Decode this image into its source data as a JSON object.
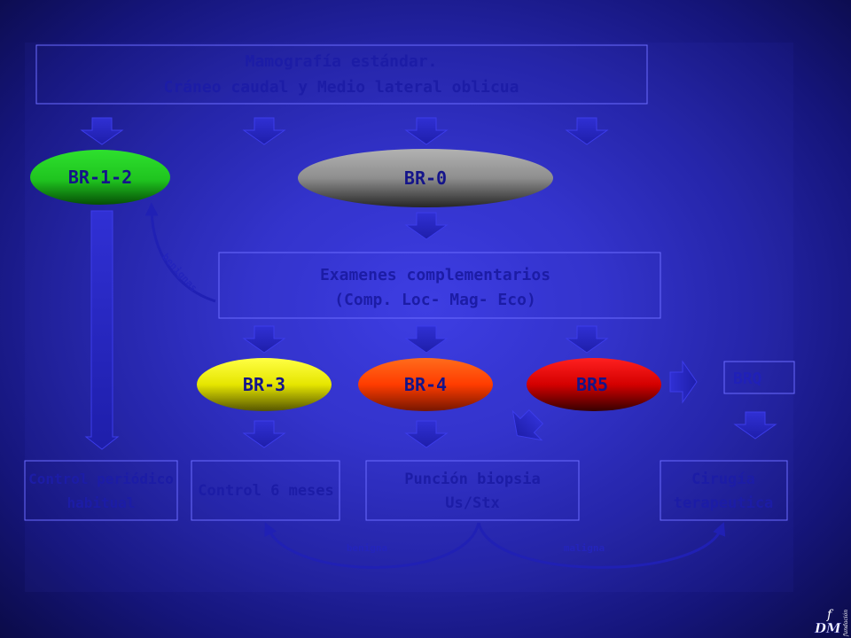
{
  "top_box": {
    "line1": "Mamografía estándar.",
    "line2": "Cráneo caudal y Medio lateral oblicua"
  },
  "nodes": {
    "br12": "BR-1-2",
    "br0": "BR-0",
    "br3": "BR-3",
    "br4": "BR-4",
    "br5": "BR5",
    "brq": "BRQ"
  },
  "exams_box": {
    "line1": "Examenes complementarios",
    "line2": "(Comp. Loc- Mag- Eco)"
  },
  "outcomes": {
    "control_periodico": {
      "line1": "Control periódico",
      "line2": "habitual"
    },
    "control_6_meses": "Control 6 meses",
    "puncion": {
      "line1": "Punción biopsia",
      "line2": "Us/Stx"
    },
    "cirugia": {
      "line1": "Cirugía",
      "line2": "terapeutica"
    }
  },
  "edge_labels": {
    "benignas": "benignas",
    "benigna": "benigna",
    "maligna": "maligna"
  },
  "logo": {
    "mark": "DM",
    "top_letter": "f",
    "word": "fundación"
  },
  "colors": {
    "arrow": "#1e1eaa",
    "box_border": "#6b6bff",
    "text": "#1c1ca6",
    "br12": "#1fc41f",
    "br0": "#8e8e8e",
    "br3": "#e6e600",
    "br4": "#ff3c00",
    "br5": "#d40000"
  }
}
